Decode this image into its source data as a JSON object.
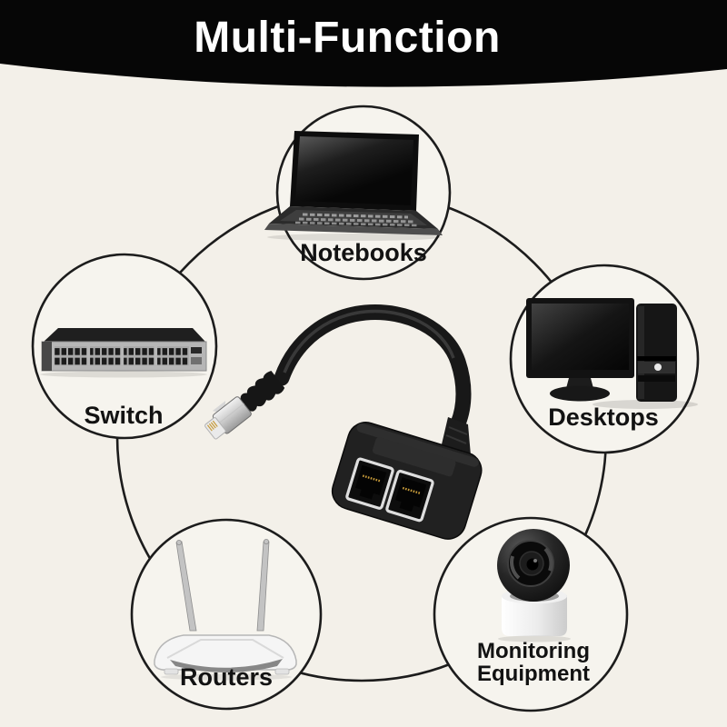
{
  "banner": {
    "title": "Multi-Function",
    "bg_color": "#060606",
    "text_color": "#ffffff"
  },
  "canvas": {
    "bg_color": "#f3f0e9",
    "circle_fill": "#f6f4ee",
    "outline_color": "#1c1c1c"
  },
  "nodes": [
    {
      "id": "notebooks",
      "label": "Notebooks",
      "icon": "laptop-icon"
    },
    {
      "id": "switch",
      "label": "Switch",
      "icon": "network-switch-icon"
    },
    {
      "id": "desktops",
      "label": "Desktops",
      "icon": "desktop-computer-icon"
    },
    {
      "id": "routers",
      "label": "Routers",
      "icon": "wifi-router-icon"
    },
    {
      "id": "monitoring",
      "label_line1": "Monitoring",
      "label_line2": "Equipment",
      "icon": "security-camera-icon"
    }
  ],
  "center_product": {
    "icon": "rj45-splitter-cable",
    "pin_gold_color": "#c79b3a",
    "cable_color": "#181818"
  }
}
